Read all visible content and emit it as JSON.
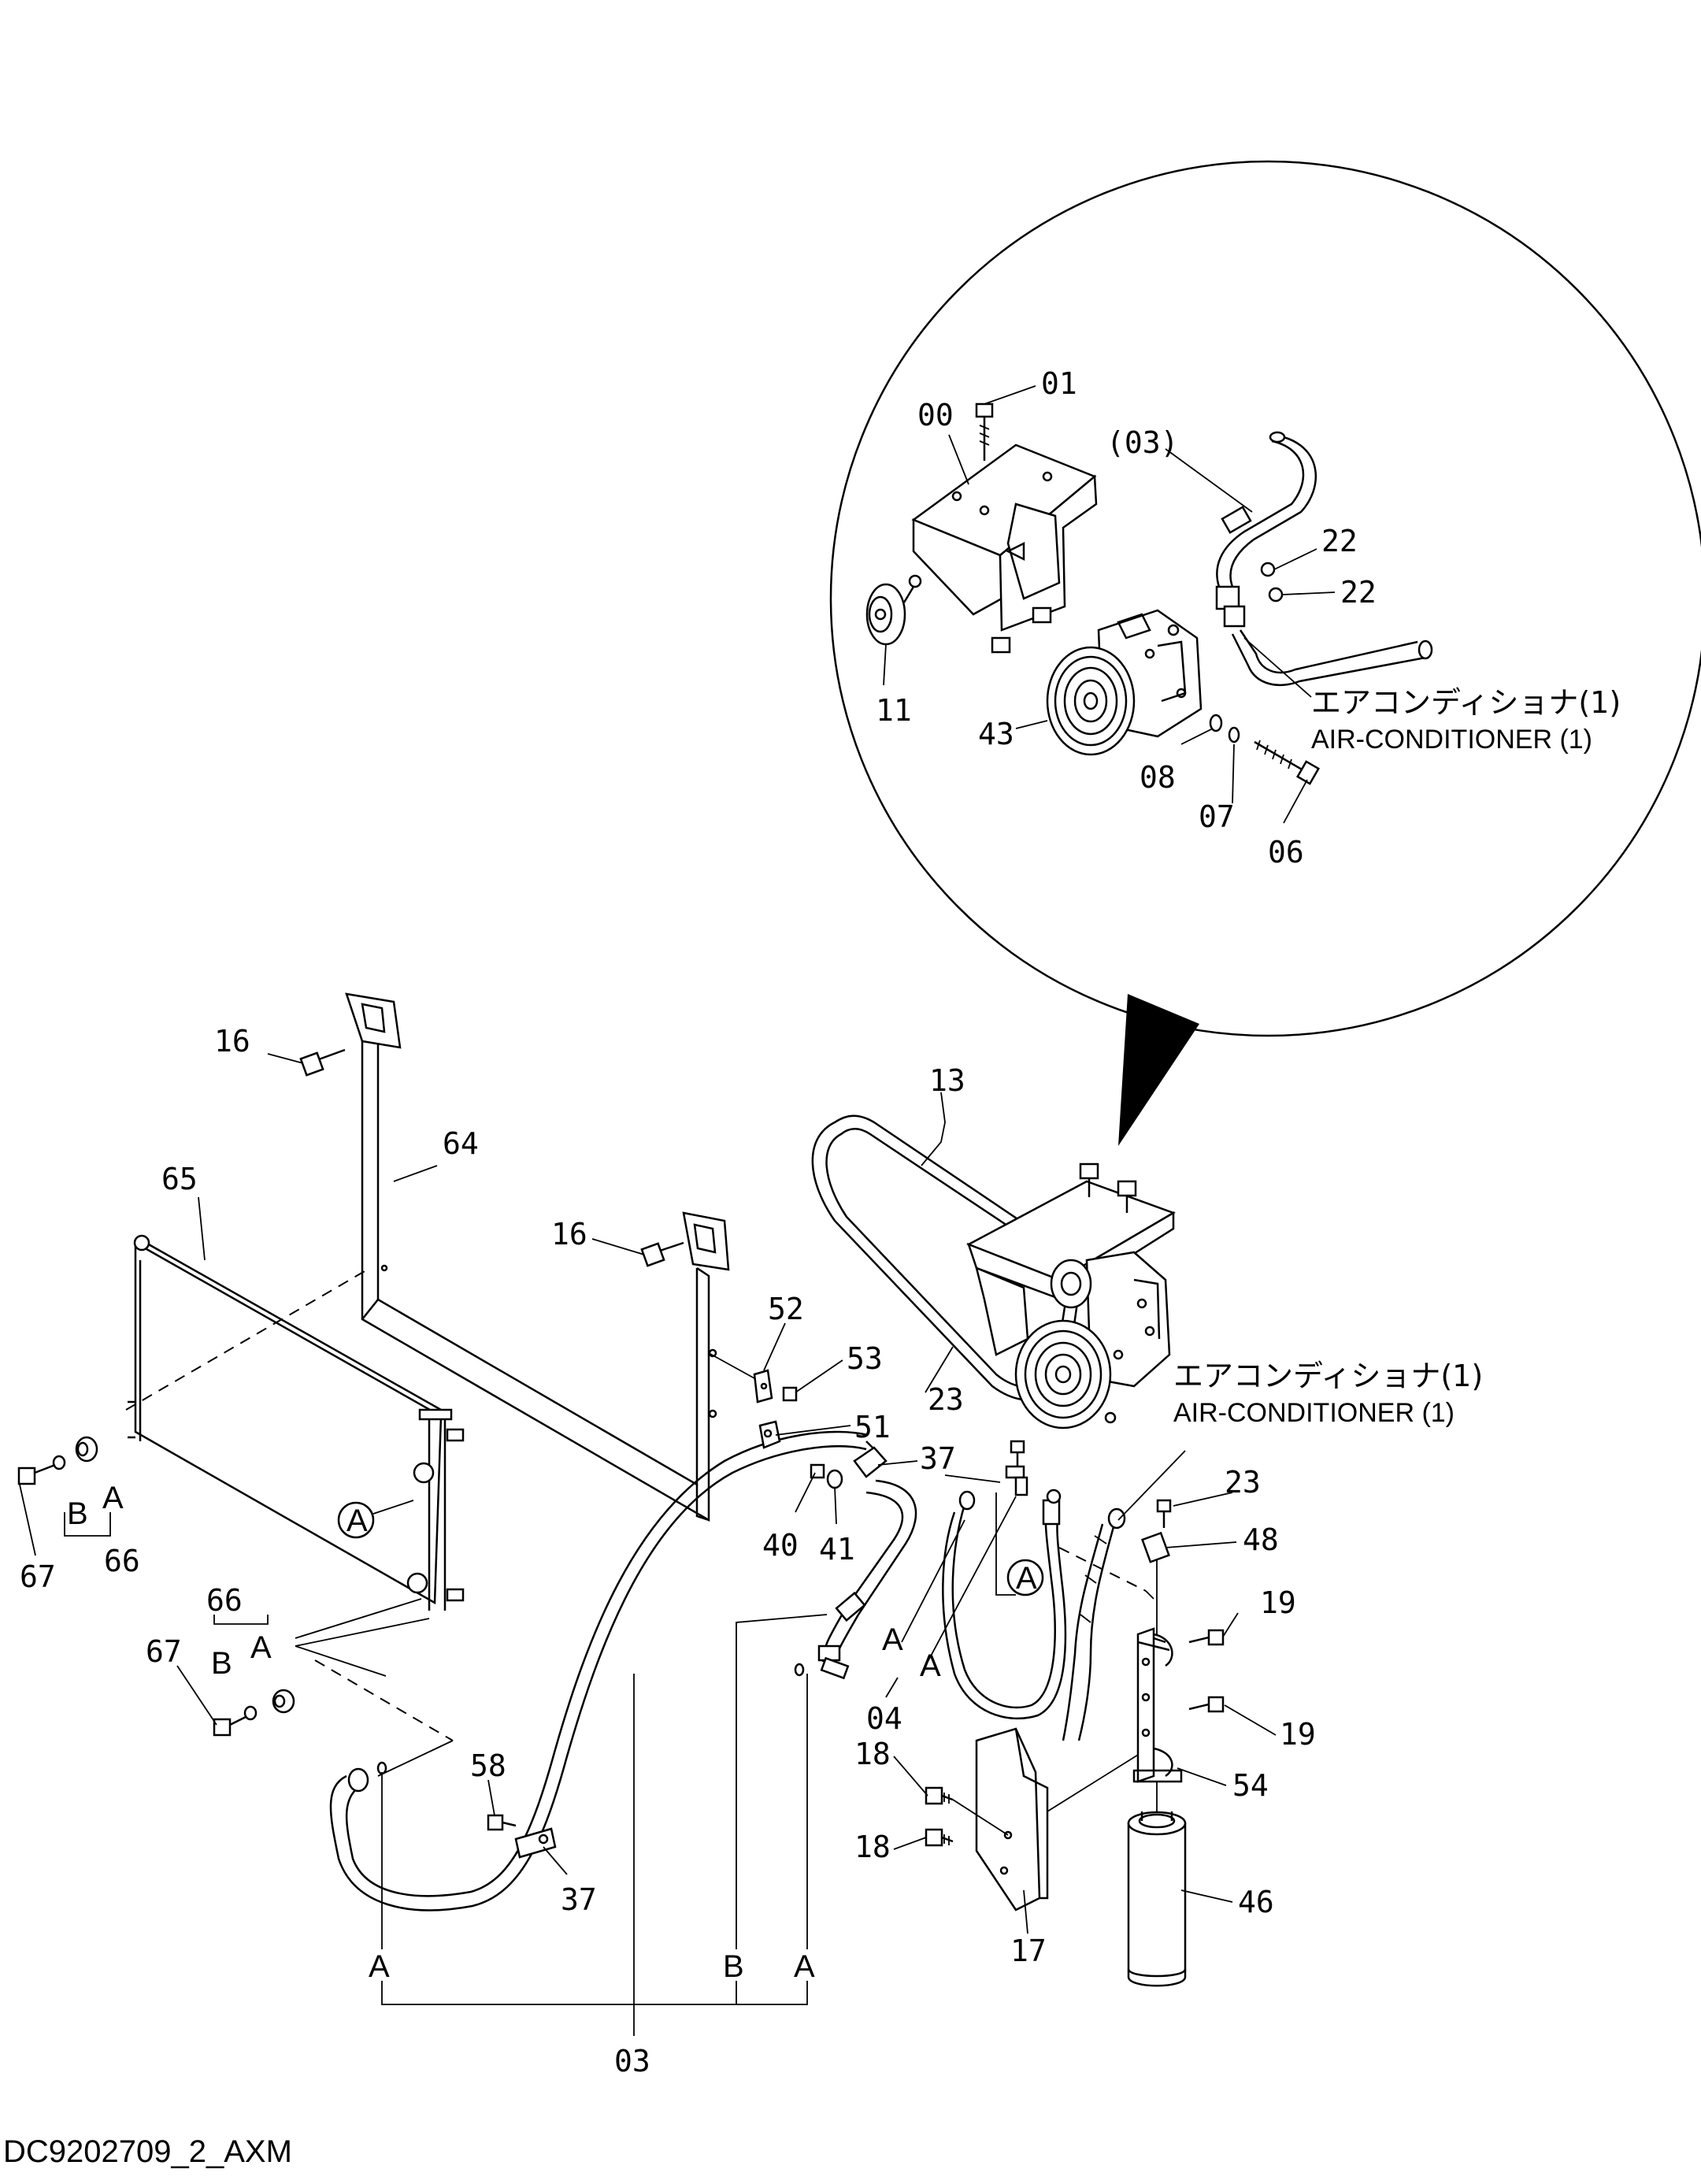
{
  "document_id": "DC9202709_2_AXM",
  "detail_labels": {
    "l00": "00",
    "l01": "01",
    "l03p": "(03)",
    "l22a": "22",
    "l22b": "22",
    "l11": "11",
    "l43": "43",
    "l08": "08",
    "l07": "07",
    "l06": "06",
    "ac_ja": "エアコンディショナ(1)",
    "ac_en": "AIR-CONDITIONER (1)"
  },
  "main_labels": {
    "l16a": "16",
    "l64": "64",
    "l65": "65",
    "l16b": "16",
    "l13": "13",
    "ac_ja": "エアコンディショナ(1)",
    "ac_en": "AIR-CONDITIONER (1)",
    "l52": "52",
    "l53": "53",
    "l51": "51",
    "l37a": "37",
    "l23a": "23",
    "l23b": "23",
    "l40": "40",
    "l41": "41",
    "l48": "48",
    "l19a": "19",
    "l19b": "19",
    "l54": "54",
    "l46": "46",
    "l18a": "18",
    "l18b": "18",
    "l17": "17",
    "l04": "04",
    "l58": "58",
    "l37b": "37",
    "l03": "03",
    "l67a": "67",
    "l66a": "66",
    "l67b": "67",
    "l66b": "66",
    "a_circ1": "A",
    "a_circ2": "A",
    "bA1": "A",
    "bB1": "B",
    "bA2": "A",
    "bB2": "B",
    "pA1": "A",
    "pA2": "A",
    "botA1": "A",
    "botB": "B",
    "botA2": "A"
  }
}
